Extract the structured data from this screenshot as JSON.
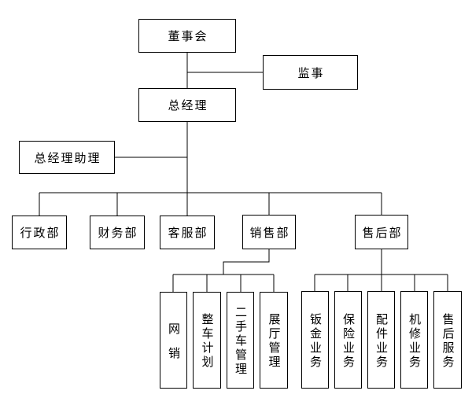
{
  "org": {
    "board": "董事会",
    "supervisor": "监事",
    "general_manager": "总经理",
    "gm_assistant": "总经理助理",
    "departments": {
      "admin": "行政部",
      "finance": "财务部",
      "customer_service": "客服部",
      "sales": "销售部",
      "aftersales": "售后部"
    },
    "sales_units": [
      "网销",
      "整车计划",
      "二手车管理",
      "展厅管理"
    ],
    "aftersales_units": [
      "钣金业务",
      "保险业务",
      "配件业务",
      "机修业务",
      "售后服务"
    ],
    "colors": {
      "line": "#000000",
      "box_border": "#000000",
      "background": "#ffffff",
      "text": "#000000"
    }
  }
}
